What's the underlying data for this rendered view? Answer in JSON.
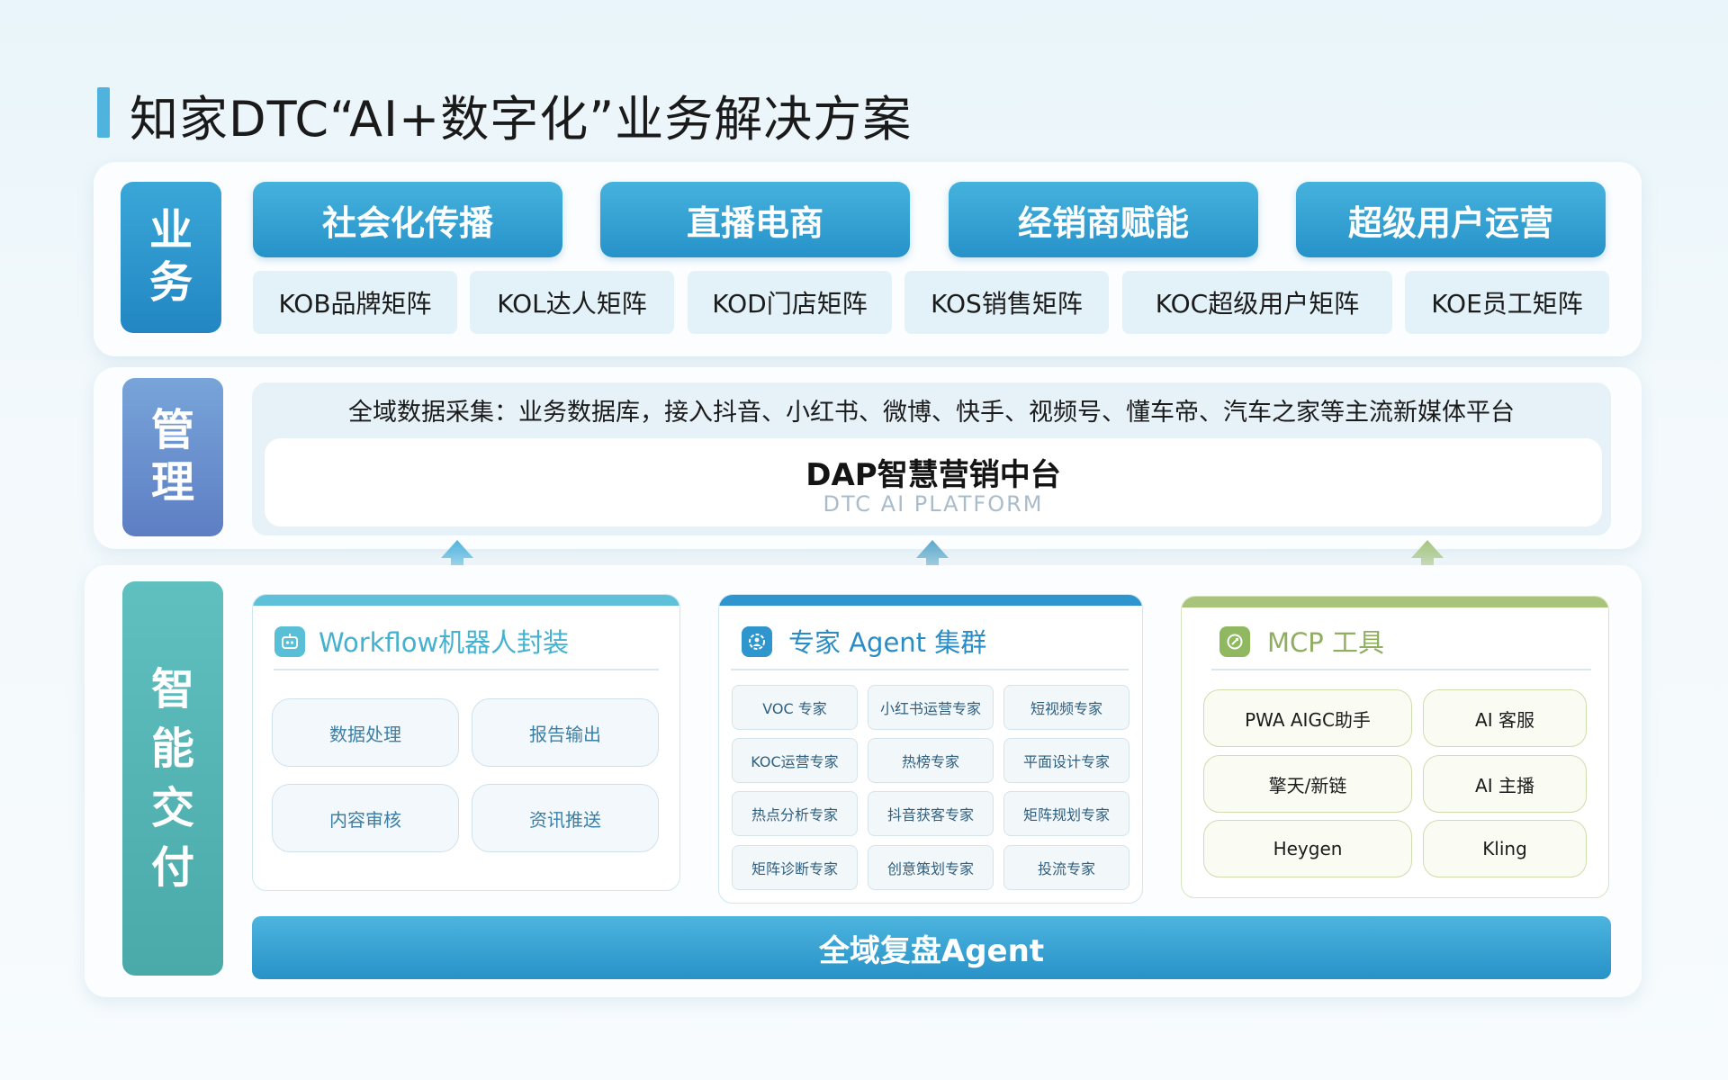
{
  "page_title": "知家DTC“AI+数字化”业务解决方案",
  "colors": {
    "business_label": "#2793c9",
    "management_label": "#6f88c9",
    "intelligence_label": "#5ab9b9",
    "workflow_accent": "#5ec1d9",
    "agent_accent": "#2e95cf",
    "mcp_accent": "#a8c47a",
    "arrow_blue": "#4fb3dd",
    "arrow_green": "#a4c37c"
  },
  "business": {
    "label": "业务",
    "headers": [
      "社会化传播",
      "直播电商",
      "经销商赋能",
      "超级用户运营"
    ],
    "matrices": [
      "KOB品牌矩阵",
      "KOL达人矩阵",
      "KOD门店矩阵",
      "KOS销售矩阵",
      "KOC超级用户矩阵",
      "KOE员工矩阵"
    ]
  },
  "management": {
    "label": "管理",
    "collection_text": "全域数据采集：业务数据库，接入抖音、小红书、微博、快手、视频号、懂车帝、汽车之家等主流新媒体平台",
    "platform_title": "DAP智慧营销中台",
    "platform_subtitle": "DTC AI PLATFORM"
  },
  "intelligence": {
    "label": "智能交付",
    "workflow": {
      "icon": "robot-icon",
      "title": "Workflow机器人封装",
      "items": [
        "数据处理",
        "报告输出",
        "内容审核",
        "资讯推送"
      ]
    },
    "agents": {
      "icon": "agent-cluster-icon",
      "title": "专家 Agent 集群",
      "items": [
        "VOC 专家",
        "小红书运营专家",
        "短视频专家",
        "KOC运营专家",
        "热榜专家",
        "平面设计专家",
        "热点分析专家",
        "抖音获客专家",
        "矩阵规划专家",
        "矩阵诊断专家",
        "创意策划专家",
        "投流专家"
      ]
    },
    "mcp": {
      "icon": "mcp-tool-icon",
      "title": "MCP 工具",
      "items": [
        "PWA AIGC助手",
        "AI 客服",
        "擎天/新链",
        "AI 主播",
        "Heygen",
        "Kling"
      ]
    },
    "review_bar": "全域复盘Agent"
  }
}
